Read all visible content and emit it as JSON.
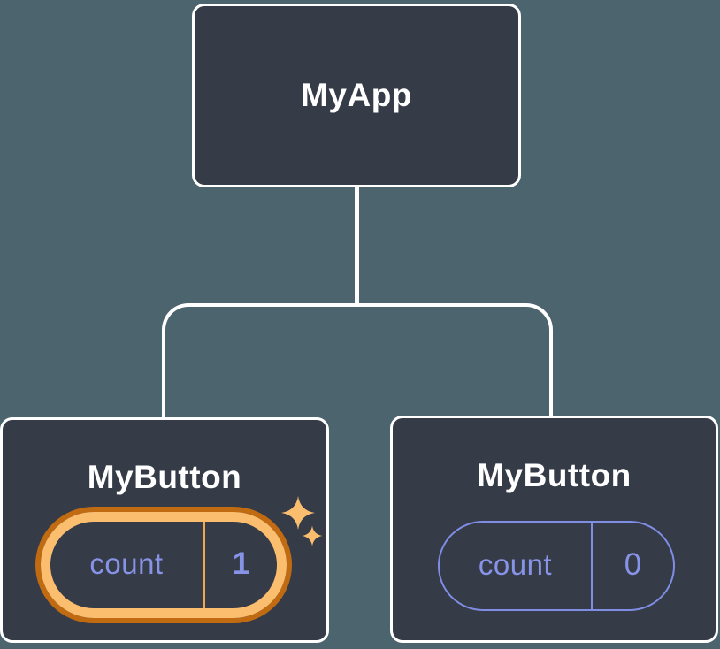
{
  "diagram": {
    "title": "component-tree-with-state",
    "background_color": "#4C646D",
    "node_fill_color": "#353B47",
    "node_border_color": "#FFFFFF",
    "connector_color": "#FFFFFF",
    "state_text_color": "#8793E6",
    "plain_pill_border_color": "#7F8DE4",
    "highlight_gold_color": "#FBBD6E",
    "highlight_ring_color": "#C06B12",
    "sparkle_color": "#FBBD6E",
    "root": {
      "label": "MyApp"
    },
    "children": [
      {
        "label": "MyButton",
        "state": {
          "name": "count",
          "value": "1"
        },
        "highlighted": true,
        "icon": "sparkles-icon"
      },
      {
        "label": "MyButton",
        "state": {
          "name": "count",
          "value": "0"
        },
        "highlighted": false
      }
    ]
  }
}
